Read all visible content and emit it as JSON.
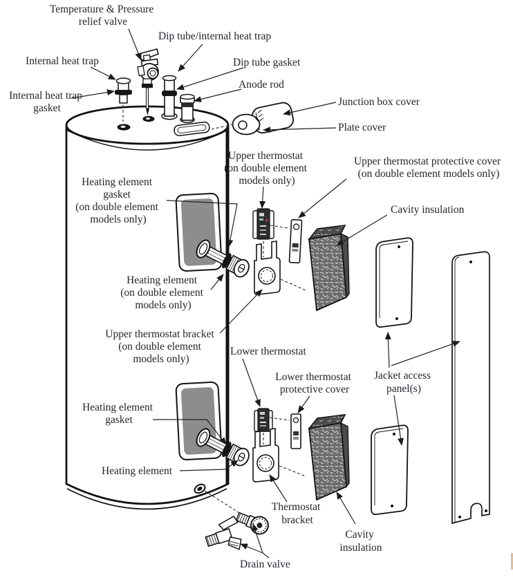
{
  "diagram": {
    "title": "Water heater exploded parts diagram",
    "labels": {
      "tp_relief_valve": {
        "lines": [
          "Temperature & Pressure",
          "relief valve"
        ]
      },
      "dip_tube_heat_trap": {
        "lines": [
          "Dip tube/internal heat trap"
        ]
      },
      "internal_heat_trap": {
        "lines": [
          "Internal heat trap"
        ]
      },
      "dip_tube_gasket": {
        "lines": [
          "Dip tube gasket"
        ]
      },
      "internal_heat_trap_gasket": {
        "lines": [
          "Internal heat trap",
          "gasket"
        ]
      },
      "anode_rod": {
        "lines": [
          "Anode rod"
        ]
      },
      "junction_box_cover": {
        "lines": [
          "Junction box cover"
        ]
      },
      "plate_cover": {
        "lines": [
          "Plate cover"
        ]
      },
      "upper_thermostat": {
        "lines": [
          "Upper thermostat",
          "(on double element",
          "models only)"
        ]
      },
      "upper_thermostat_protective_cover": {
        "lines": [
          "Upper thermostat protective cover",
          "(on double element models only)"
        ]
      },
      "heating_element_gasket_upper": {
        "lines": [
          "Heating element",
          "gasket",
          "(on double element",
          "models only)"
        ]
      },
      "cavity_insulation_upper": {
        "lines": [
          "Cavity insulation"
        ]
      },
      "heating_element_upper": {
        "lines": [
          "Heating element",
          "(on double element",
          "models only)"
        ]
      },
      "upper_thermostat_bracket": {
        "lines": [
          "Upper thermostat bracket",
          "(on double element",
          "models only)"
        ]
      },
      "lower_thermostat": {
        "lines": [
          "Lower thermostat"
        ]
      },
      "lower_thermostat_protective_cover": {
        "lines": [
          "Lower thermostat",
          "protective cover"
        ]
      },
      "jacket_access_panels": {
        "lines": [
          "Jacket access",
          "panel(s)"
        ]
      },
      "heating_element_gasket_lower": {
        "lines": [
          "Heating element",
          "gasket"
        ]
      },
      "heating_element_lower": {
        "lines": [
          "Heating element"
        ]
      },
      "thermostat_bracket": {
        "lines": [
          "Thermostat",
          "bracket"
        ]
      },
      "cavity_insulation_lower": {
        "lines": [
          "Cavity",
          "insulation"
        ]
      },
      "drain_valve": {
        "lines": [
          "Drain valve"
        ]
      }
    },
    "parts": [
      "tank",
      "temperature-pressure-relief-valve",
      "internal-heat-trap",
      "dip-tube",
      "anode-rod",
      "junction-box-cover",
      "plate-cover",
      "upper-thermostat",
      "upper-thermostat-protective-cover",
      "upper-thermostat-bracket",
      "heating-element-upper",
      "cavity-insulation-upper",
      "lower-thermostat",
      "lower-thermostat-protective-cover",
      "thermostat-bracket",
      "heating-element-lower",
      "cavity-insulation-lower",
      "jacket-access-panel-upper",
      "jacket-access-panel-lower",
      "jacket-panel",
      "drain-valve-straight",
      "drain-valve-angled"
    ],
    "colors": {
      "background": "#ffffff",
      "line": "#121212",
      "text": "#24242e",
      "panel_recess": "#8d8d8d",
      "insulation": "#6d6d6d",
      "insulation_top": "#4c4c4c",
      "thermostat_body": "#2e2e2e",
      "edge_mark": "#ddb285"
    }
  }
}
